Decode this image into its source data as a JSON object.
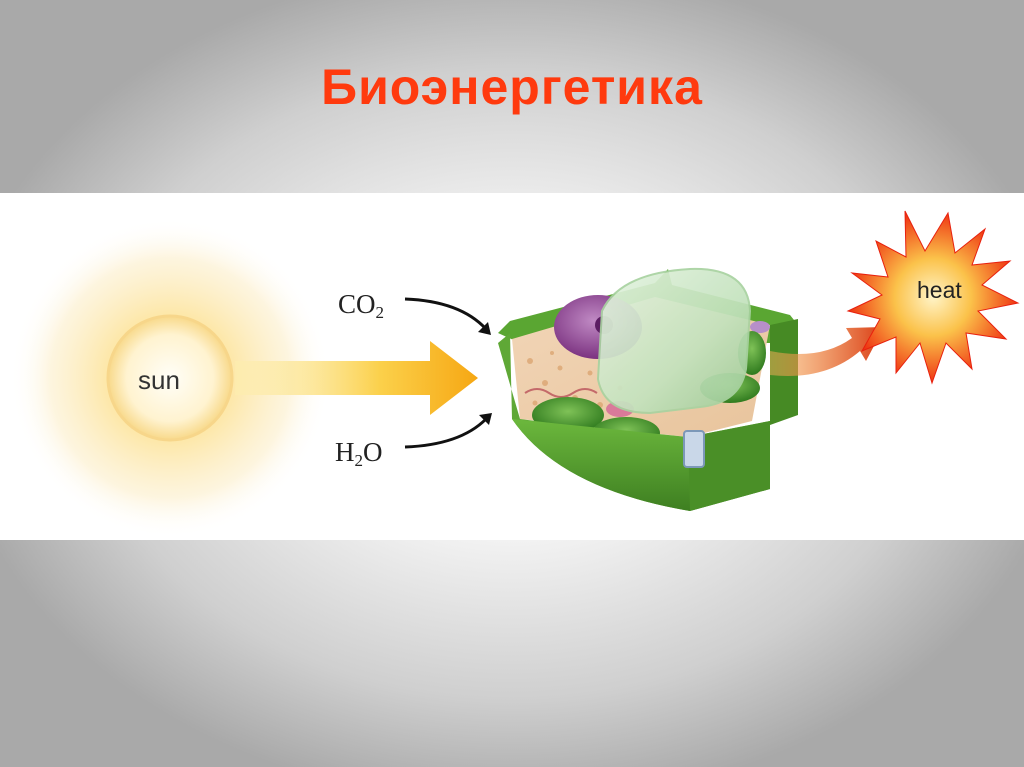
{
  "slide": {
    "title": "Биоэнергетика"
  },
  "diagram": {
    "sun_label": "sun",
    "co2": {
      "base": "CO",
      "sub": "2"
    },
    "h2o": {
      "pre": "H",
      "sub": "2",
      "post": "O"
    },
    "heat_label": "heat"
  },
  "colors": {
    "title": "#ff3a0e",
    "sun_arrow": "#f6b51e",
    "cell_wall": "#4f9a2c",
    "heat_burst": "#f02a10",
    "nucleus": "#8a3f8e",
    "vacuole": "#c9e6c4"
  }
}
